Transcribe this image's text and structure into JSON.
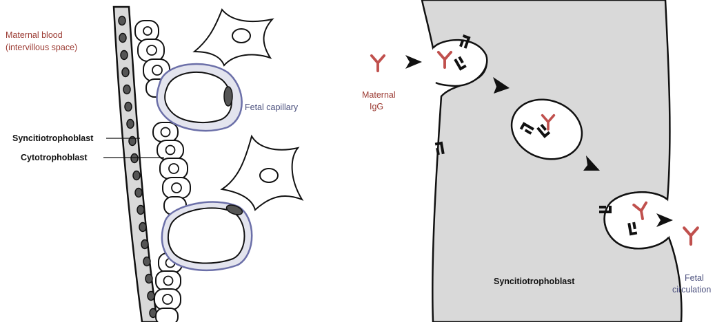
{
  "left_panel": {
    "maternal_blood_line1": "Maternal blood",
    "maternal_blood_line2": "(intervillous space)",
    "syncytiotrophoblast_label": "Syncitiotrophoblast",
    "cytotrophoblast_label": "Cytotrophoblast",
    "fetal_capillary_label": "Fetal capillary"
  },
  "right_panel": {
    "maternal_igg_line1": "Maternal",
    "maternal_igg_line2": "IgG",
    "syncytiotrophoblast_label": "Syncitiotrophoblast",
    "fetal_circulation_line1": "Fetal",
    "fetal_circulation_line2": "circulation"
  },
  "colors": {
    "label_red": "#9b3a32",
    "label_blue": "#4a4f7d",
    "capillary_stroke": "#6b6fa8",
    "membrane_fill": "#d9d9d9",
    "nucleus_fill": "#555555",
    "antibody": "#c0504d"
  }
}
